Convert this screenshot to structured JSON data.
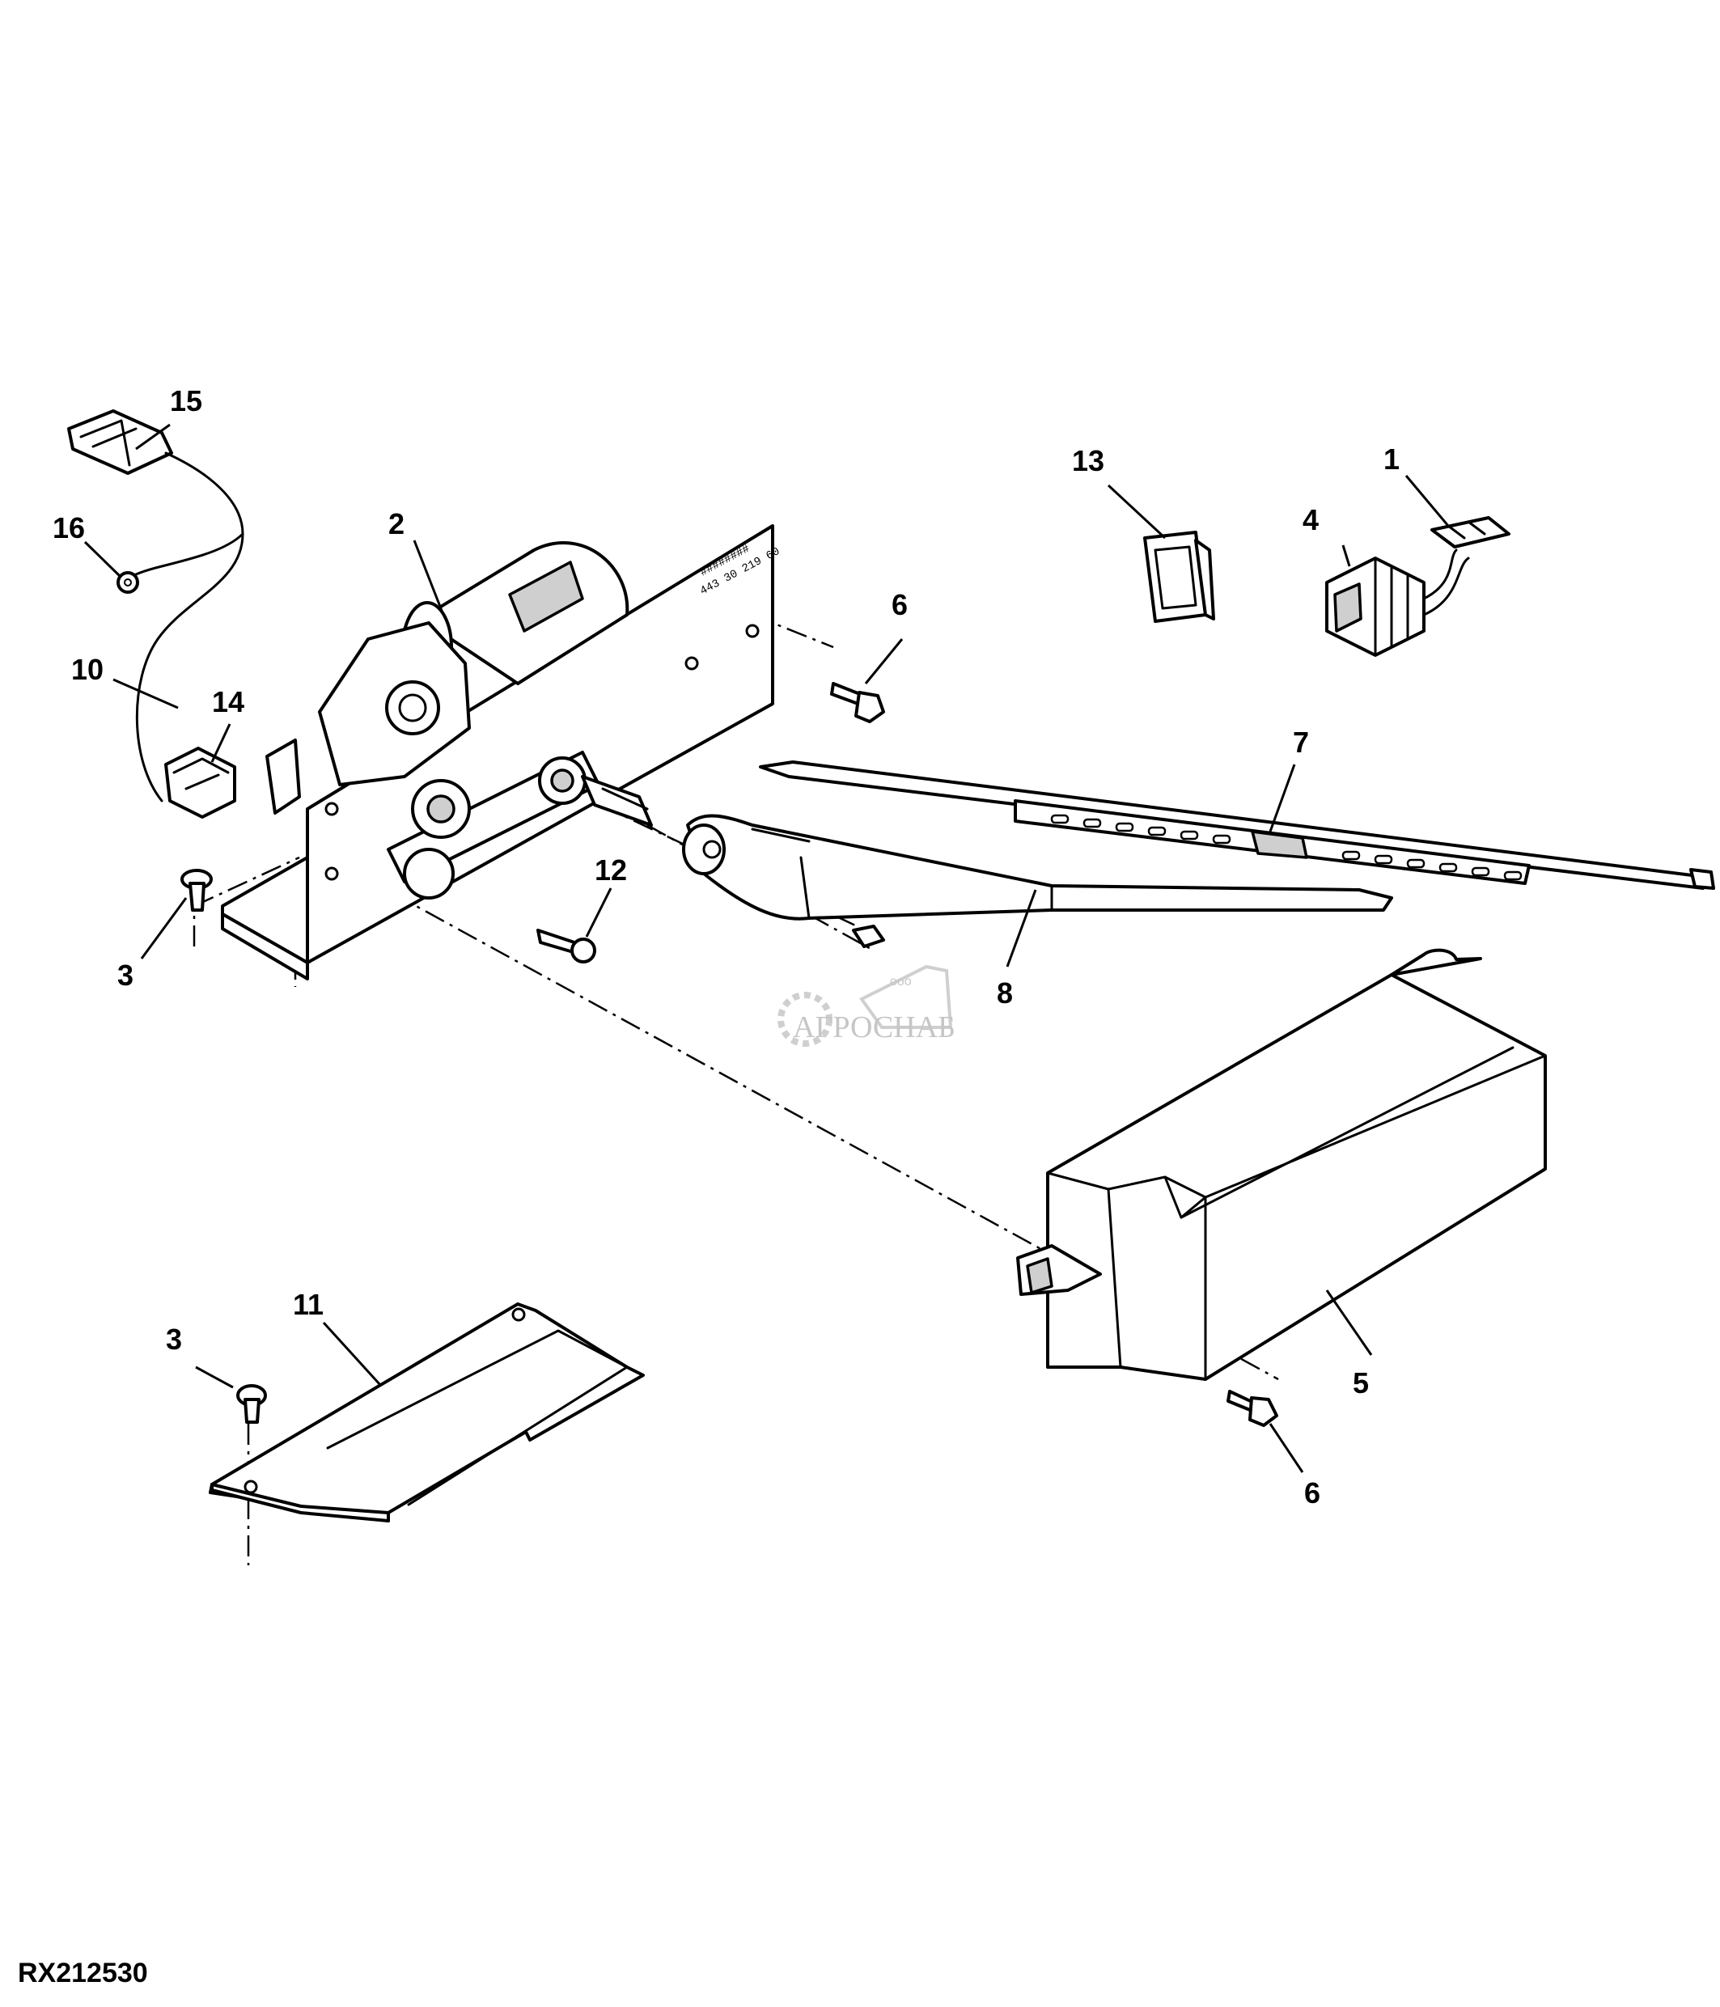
{
  "figure_id": "RX212530",
  "watermark": {
    "small": "ооо",
    "text": "АГРОСНАБ"
  },
  "callouts": [
    "1",
    "2",
    "3",
    "3",
    "4",
    "5",
    "6",
    "6",
    "7",
    "8",
    "10",
    "11",
    "12",
    "13",
    "14",
    "15",
    "16"
  ]
}
